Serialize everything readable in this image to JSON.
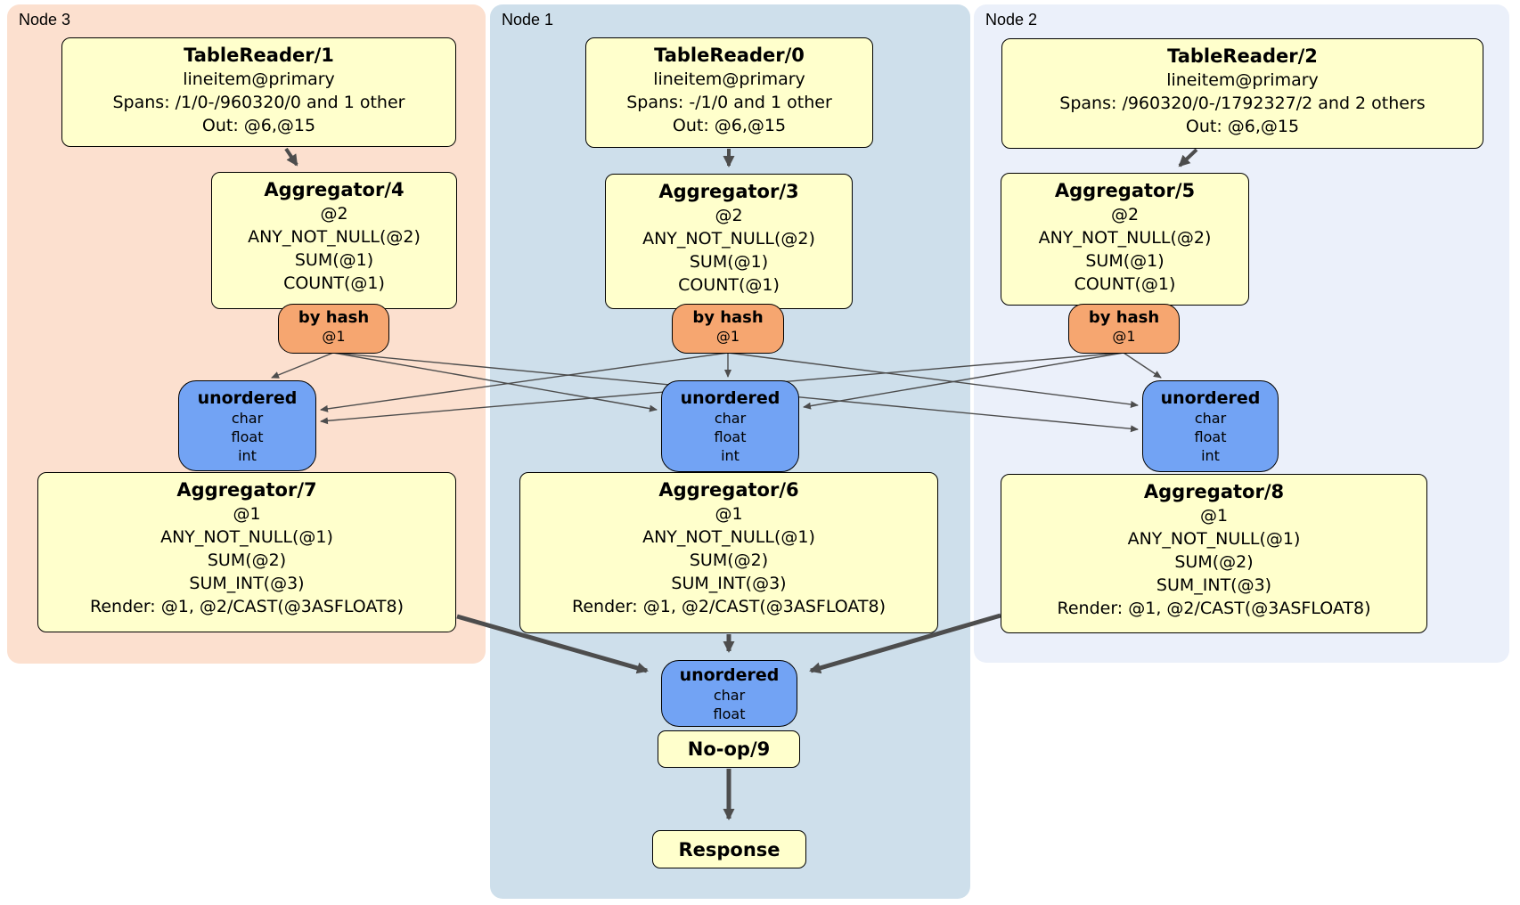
{
  "regions": [
    {
      "label": "Node 3",
      "bg": "#fce0cf"
    },
    {
      "label": "Node 1",
      "bg": "#cedfeb"
    },
    {
      "label": "Node 2",
      "bg": "#ebf0fa"
    }
  ],
  "processors": {
    "tr1": {
      "title": "TableReader/1",
      "lines": [
        "lineitem@primary",
        "Spans: /1/0-/960320/0 and 1 other",
        "Out: @6,@15"
      ]
    },
    "tr0": {
      "title": "TableReader/0",
      "lines": [
        "lineitem@primary",
        "Spans: -/1/0 and 1 other",
        "Out: @6,@15"
      ]
    },
    "tr2": {
      "title": "TableReader/2",
      "lines": [
        "lineitem@primary",
        "Spans: /960320/0-/1792327/2 and 2 others",
        "Out: @6,@15"
      ]
    },
    "agg4": {
      "title": "Aggregator/4",
      "lines": [
        "@2",
        "ANY_NOT_NULL(@2)",
        "SUM(@1)",
        "COUNT(@1)"
      ]
    },
    "agg3": {
      "title": "Aggregator/3",
      "lines": [
        "@2",
        "ANY_NOT_NULL(@2)",
        "SUM(@1)",
        "COUNT(@1)"
      ]
    },
    "agg5": {
      "title": "Aggregator/5",
      "lines": [
        "@2",
        "ANY_NOT_NULL(@2)",
        "SUM(@1)",
        "COUNT(@1)"
      ]
    },
    "agg7": {
      "title": "Aggregator/7",
      "lines": [
        "@1",
        "ANY_NOT_NULL(@1)",
        "SUM(@2)",
        "SUM_INT(@3)",
        "Render: @1, @2/CAST(@3ASFLOAT8)"
      ]
    },
    "agg6": {
      "title": "Aggregator/6",
      "lines": [
        "@1",
        "ANY_NOT_NULL(@1)",
        "SUM(@2)",
        "SUM_INT(@3)",
        "Render: @1, @2/CAST(@3ASFLOAT8)"
      ]
    },
    "agg8": {
      "title": "Aggregator/8",
      "lines": [
        "@1",
        "ANY_NOT_NULL(@1)",
        "SUM(@2)",
        "SUM_INT(@3)",
        "Render: @1, @2/CAST(@3ASFLOAT8)"
      ]
    },
    "noop": {
      "title": "No-op/9"
    },
    "response": {
      "title": "Response"
    }
  },
  "routers": {
    "hash3": {
      "title": "by hash",
      "lines": [
        "@1"
      ]
    },
    "hash1": {
      "title": "by hash",
      "lines": [
        "@1"
      ]
    },
    "hash2": {
      "title": "by hash",
      "lines": [
        "@1"
      ]
    }
  },
  "syncs": {
    "uno3": {
      "title": "unordered",
      "lines": [
        "char",
        "float",
        "int"
      ]
    },
    "uno1": {
      "title": "unordered",
      "lines": [
        "char",
        "float",
        "int"
      ]
    },
    "uno2": {
      "title": "unordered",
      "lines": [
        "char",
        "float",
        "int"
      ]
    },
    "unoBottom": {
      "title": "unordered",
      "lines": [
        "char",
        "float"
      ]
    }
  },
  "colors": {
    "node3_bg": "#fce0cf",
    "node1_bg": "#cedfeb",
    "node2_bg": "#ebf0fa",
    "processor_bg": "#ffffcc",
    "router_bg": "#f6a670",
    "sync_bg": "#72a3f4",
    "edge": "#4d4d4d",
    "border": "#000000"
  }
}
